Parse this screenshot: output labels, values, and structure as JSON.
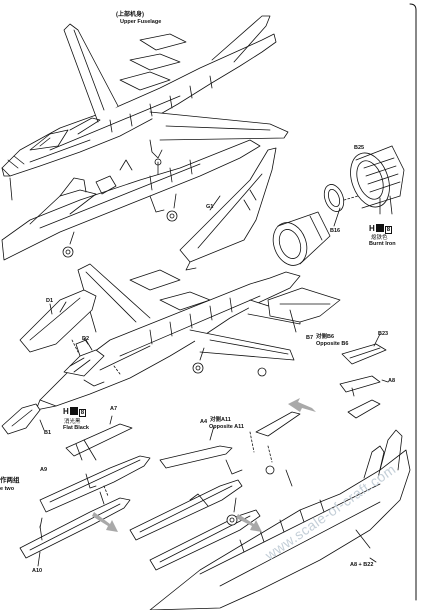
{
  "labels": {
    "upper_fuselage_cn": "(上部机身)",
    "upper_fuselage_en": "Upper Fuselage",
    "B25": "B25",
    "G1": "G1",
    "B16": "B16",
    "burnt_iron_cn": "熄铁色",
    "burnt_iron_en": "Burnt Iron",
    "D1": "D1",
    "D2": "D2",
    "B7": "B7",
    "opposite_b6_cn": "对侧B6",
    "opposite_b6_en": "Opposite B6",
    "B23": "B23",
    "A8": "A8",
    "flat_black_cn": "消光黑",
    "flat_black_en": "Flat Black",
    "A7": "A7",
    "B1": "B1",
    "A4": "A4",
    "opposite_a11_cn": "对侧A11",
    "opposite_a11_en": "Opposite A11",
    "make_two_cn": "作两组",
    "make_two_en": "e two",
    "A9": "A9",
    "A10": "A10",
    "A8_B22": "A8 + B22"
  },
  "paint_codes": {
    "burnt_iron": {
      "prefix": "H",
      "code": "8"
    },
    "flat_black": {
      "prefix": "H",
      "code": "8"
    }
  },
  "watermark": "www.scale-of-craft.com"
}
